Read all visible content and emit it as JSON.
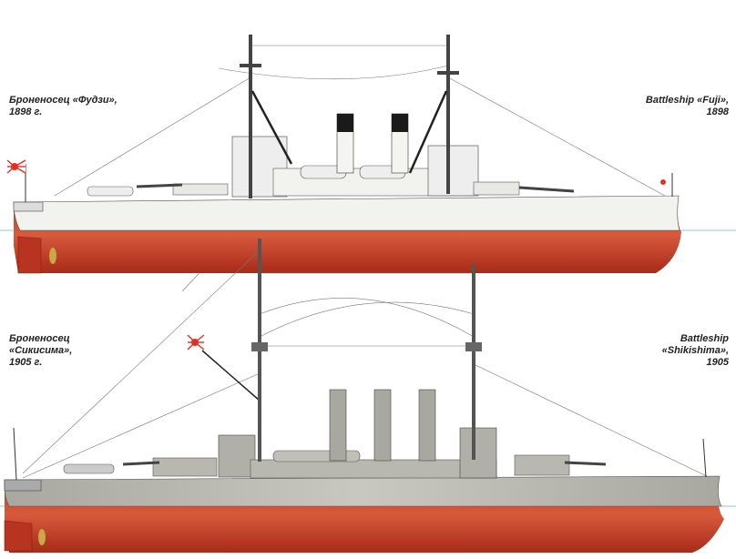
{
  "ship1": {
    "caption_ru": [
      "Броненосец «Фудзи»,",
      "1898 г."
    ],
    "caption_en": [
      "Battleship «Fuji»,",
      "1898"
    ]
  },
  "ship2": {
    "caption_ru": [
      "Броненосец",
      "«Сикисима»,",
      "1905 г."
    ],
    "caption_en": [
      "Battleship",
      "«Shikishima»,",
      "1905"
    ]
  },
  "colors": {
    "hull_red": "#c8442a",
    "upper_white": "#f2f2ee",
    "upper_grey": "#b8b8b0",
    "funnel_black": "#1a1a1a",
    "waterline": "#8ec8e0",
    "flag_red": "#e03020"
  }
}
